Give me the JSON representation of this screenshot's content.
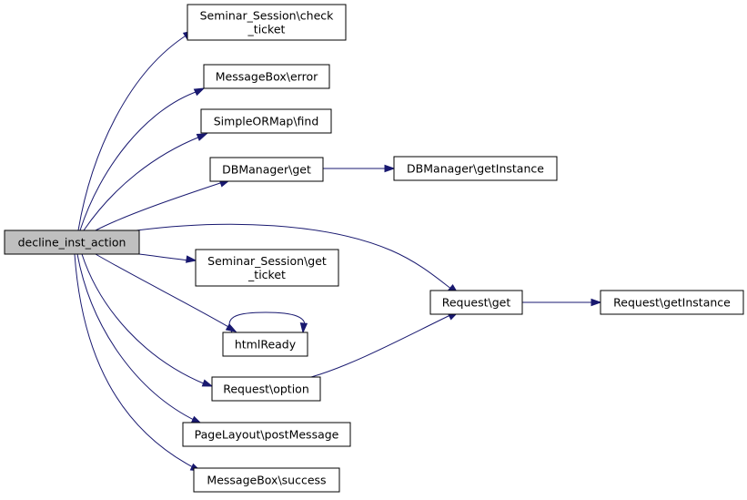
{
  "graph": {
    "nodes": {
      "root": {
        "lines": [
          "decline_inst_action"
        ],
        "root": true
      },
      "check_ticket": {
        "lines": [
          "Seminar_Session\\check",
          "_ticket"
        ]
      },
      "mb_error": {
        "lines": [
          "MessageBox\\error"
        ]
      },
      "orm_find": {
        "lines": [
          "SimpleORMap\\find"
        ]
      },
      "db_get": {
        "lines": [
          "DBManager\\get"
        ]
      },
      "db_getinst": {
        "lines": [
          "DBManager\\getInstance"
        ]
      },
      "get_ticket": {
        "lines": [
          "Seminar_Session\\get",
          "_ticket"
        ]
      },
      "req_get": {
        "lines": [
          "Request\\get"
        ]
      },
      "req_getinst": {
        "lines": [
          "Request\\getInstance"
        ]
      },
      "htmlready": {
        "lines": [
          "htmlReady"
        ]
      },
      "req_option": {
        "lines": [
          "Request\\option"
        ]
      },
      "post_message": {
        "lines": [
          "PageLayout\\postMessage"
        ]
      },
      "mb_success": {
        "lines": [
          "MessageBox\\success"
        ]
      }
    },
    "edges": [
      [
        "root",
        "check_ticket"
      ],
      [
        "root",
        "mb_error"
      ],
      [
        "root",
        "orm_find"
      ],
      [
        "root",
        "db_get"
      ],
      [
        "db_get",
        "db_getinst"
      ],
      [
        "root",
        "req_get"
      ],
      [
        "root",
        "get_ticket"
      ],
      [
        "root",
        "htmlready"
      ],
      [
        "htmlready",
        "htmlready"
      ],
      [
        "root",
        "req_option"
      ],
      [
        "root",
        "post_message"
      ],
      [
        "root",
        "mb_success"
      ],
      [
        "req_get",
        "req_getinst"
      ],
      [
        "req_option",
        "req_get"
      ]
    ]
  }
}
